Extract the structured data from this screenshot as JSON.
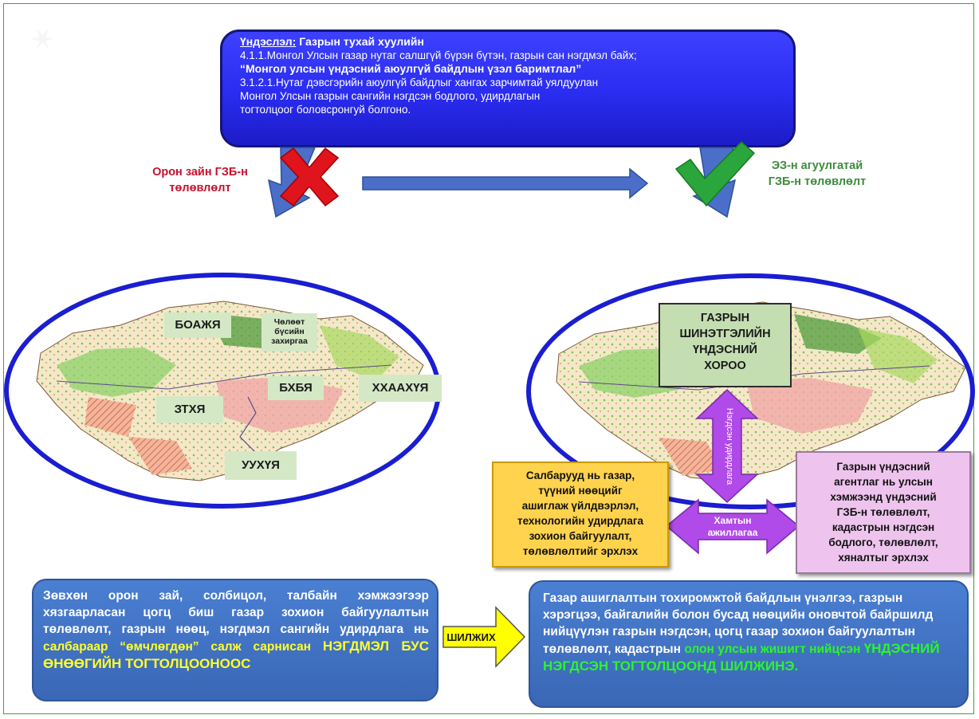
{
  "top_box": {
    "heading_underlined": "Үндэслэл:",
    "heading_rest": "Газрын тухай хуулийн",
    "line1": "4.1.1.Монгол Улсын газар нутаг салшгүй бүрэн бүтэн, газрын сан нэгдмэл байх;",
    "line2_bold": "“Монгол улсын үндэсний аюулгүй байдлын үзэл баримтлал”",
    "line3": "3.1.2.1.Нутаг дэвсгэрийн аюулгүй байдлыг хангах зарчимтай уялдуулан",
    "line4": "Монгол Улсын газрын сангийн нэгдсэн бодлого, удирдлагын",
    "line5": "тогтолцоог боловсронгуй болгоно."
  },
  "left_label": {
    "line1": "Орон зайн ГЗБ-н",
    "line2": "төлөвлөлт"
  },
  "right_label": {
    "line1": "ЭЗ-н агуулгатай",
    "line2": "ГЗБ-н төлөвлөлт"
  },
  "left_map_tags": {
    "boajya": "БОАЖЯ",
    "choloot_1": "Чөлөөт",
    "choloot_2": "бүсийн",
    "choloot_3": "захиргаа",
    "bkhbya": "БХБЯ",
    "khkhaakhuya": "ХХААХҮЯ",
    "ztkhya": "ЗТХЯ",
    "uukhuya": "УУХҮЯ"
  },
  "council": {
    "line1": "ГАЗРЫН",
    "line2": "ШИНЭТГЭЛИЙН",
    "line3": "ҮНДЭСНИЙ",
    "line4": "ХОРОО"
  },
  "vertical_arrow_label": "Нэгдсэн удирдлага",
  "horizontal_arrow_label": {
    "line1": "Хамтын",
    "line2": "ажиллагаа"
  },
  "yellow_box": {
    "l1": "Салбарууд нь газар,",
    "l2": "түүний нөөцийг",
    "l3": "ашиглаж үйлдвэрлэл,",
    "l4": "технологийн удирдлага",
    "l5": "зохион байгуулалт,",
    "l6": "төлөвлөлтийг эрхлэх"
  },
  "pink_box": {
    "l1": "Газрын үндэсний",
    "l2": "агентлаг нь улсын",
    "l3": "хэмжээнд үндэсний",
    "l4": "ГЗБ-н төлөвлөлт,",
    "l5": "кадастрын нэгдсэн",
    "l6": "бодлого, төлөвлөлт,",
    "l7": "хяналтыг эрхлэх"
  },
  "shift_arrow_label": "ШИЛЖИХ",
  "bottom_left": {
    "text_white": "Зөвхөн орон зай, солбицол, талбайн хэмжээгээр хязгаарласан цогц биш газар зохион байгуулалтын төлөвлөлт, газрын нөөц, нэгдмэл сангийн удирдлага нь ",
    "text_yellow": "салбараар “өмчлөгдөн” салж сарнисан ",
    "text_yellow_caps": "НЭГДМЭЛ БУС ӨНӨӨГИЙН ТОГТОЛЦООНООС"
  },
  "bottom_right": {
    "text_white": "Газар ашиглалтын тохиромжтой байдлын үнэлгээ, газрын хэрэгцээ, байгалийн болон бусад нөөцийн оновчтой байршилд нийцүүлэн газрын нэгдсэн, цогц газар зохион байгуулалтын төлөвлөлт, кадастрын ",
    "text_green": "олон улсын жишигт нийцсэн ",
    "text_green_caps": "ҮНДЭСНИЙ НЭГДСЭН ТОГТОЛЦООНД ШИЛЖИНЭ."
  },
  "colors": {
    "banner_blue": "#2a2cf0",
    "ellipse_blue": "#1a1ed0",
    "red_label": "#c8102e",
    "green_label": "#3c8c3c",
    "box_blue": "#3f6fc4",
    "yellow_box": "#ffd34d",
    "pink_box": "#eec4ee",
    "purple_arrow": "#b04ae8"
  }
}
